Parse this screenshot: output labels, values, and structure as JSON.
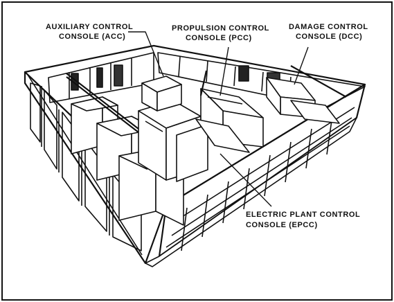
{
  "labels": {
    "acc": {
      "line1": "AUXILIARY CONTROL",
      "line2": "CONSOLE (ACC)"
    },
    "pcc": {
      "line1": "PROPULSION CONTROL",
      "line2": "CONSOLE (PCC)"
    },
    "dcc": {
      "line1": "DAMAGE CONTROL",
      "line2": "CONSOLE (DCC)"
    },
    "epcc": {
      "line1": "ELECTRIC PLANT CONTROL",
      "line2": "CONSOLE (EPCC)"
    }
  }
}
